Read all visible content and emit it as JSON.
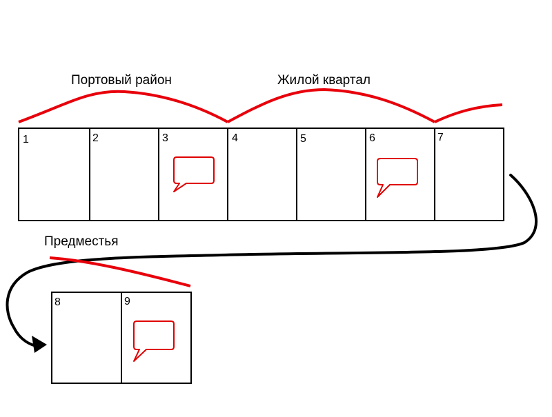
{
  "regions": {
    "port": "Портовый район",
    "residential": "Жилой квартал",
    "suburbs": "Предместья"
  },
  "cells": [
    {
      "number": "1",
      "has_speech": false
    },
    {
      "number": "2",
      "has_speech": false
    },
    {
      "number": "3",
      "has_speech": true
    },
    {
      "number": "4",
      "has_speech": false
    },
    {
      "number": "5",
      "has_speech": false
    },
    {
      "number": "6",
      "has_speech": true
    },
    {
      "number": "7",
      "has_speech": false
    },
    {
      "number": "8",
      "has_speech": false
    },
    {
      "number": "9",
      "has_speech": true
    }
  ],
  "colors": {
    "region_line": "#e8000b",
    "speech_bubble": "#e00000",
    "cell_border": "#000000",
    "flow_arrow": "#000000"
  },
  "icons": {
    "speech": "speech-bubble-icon",
    "flow": "flow-arrow"
  }
}
